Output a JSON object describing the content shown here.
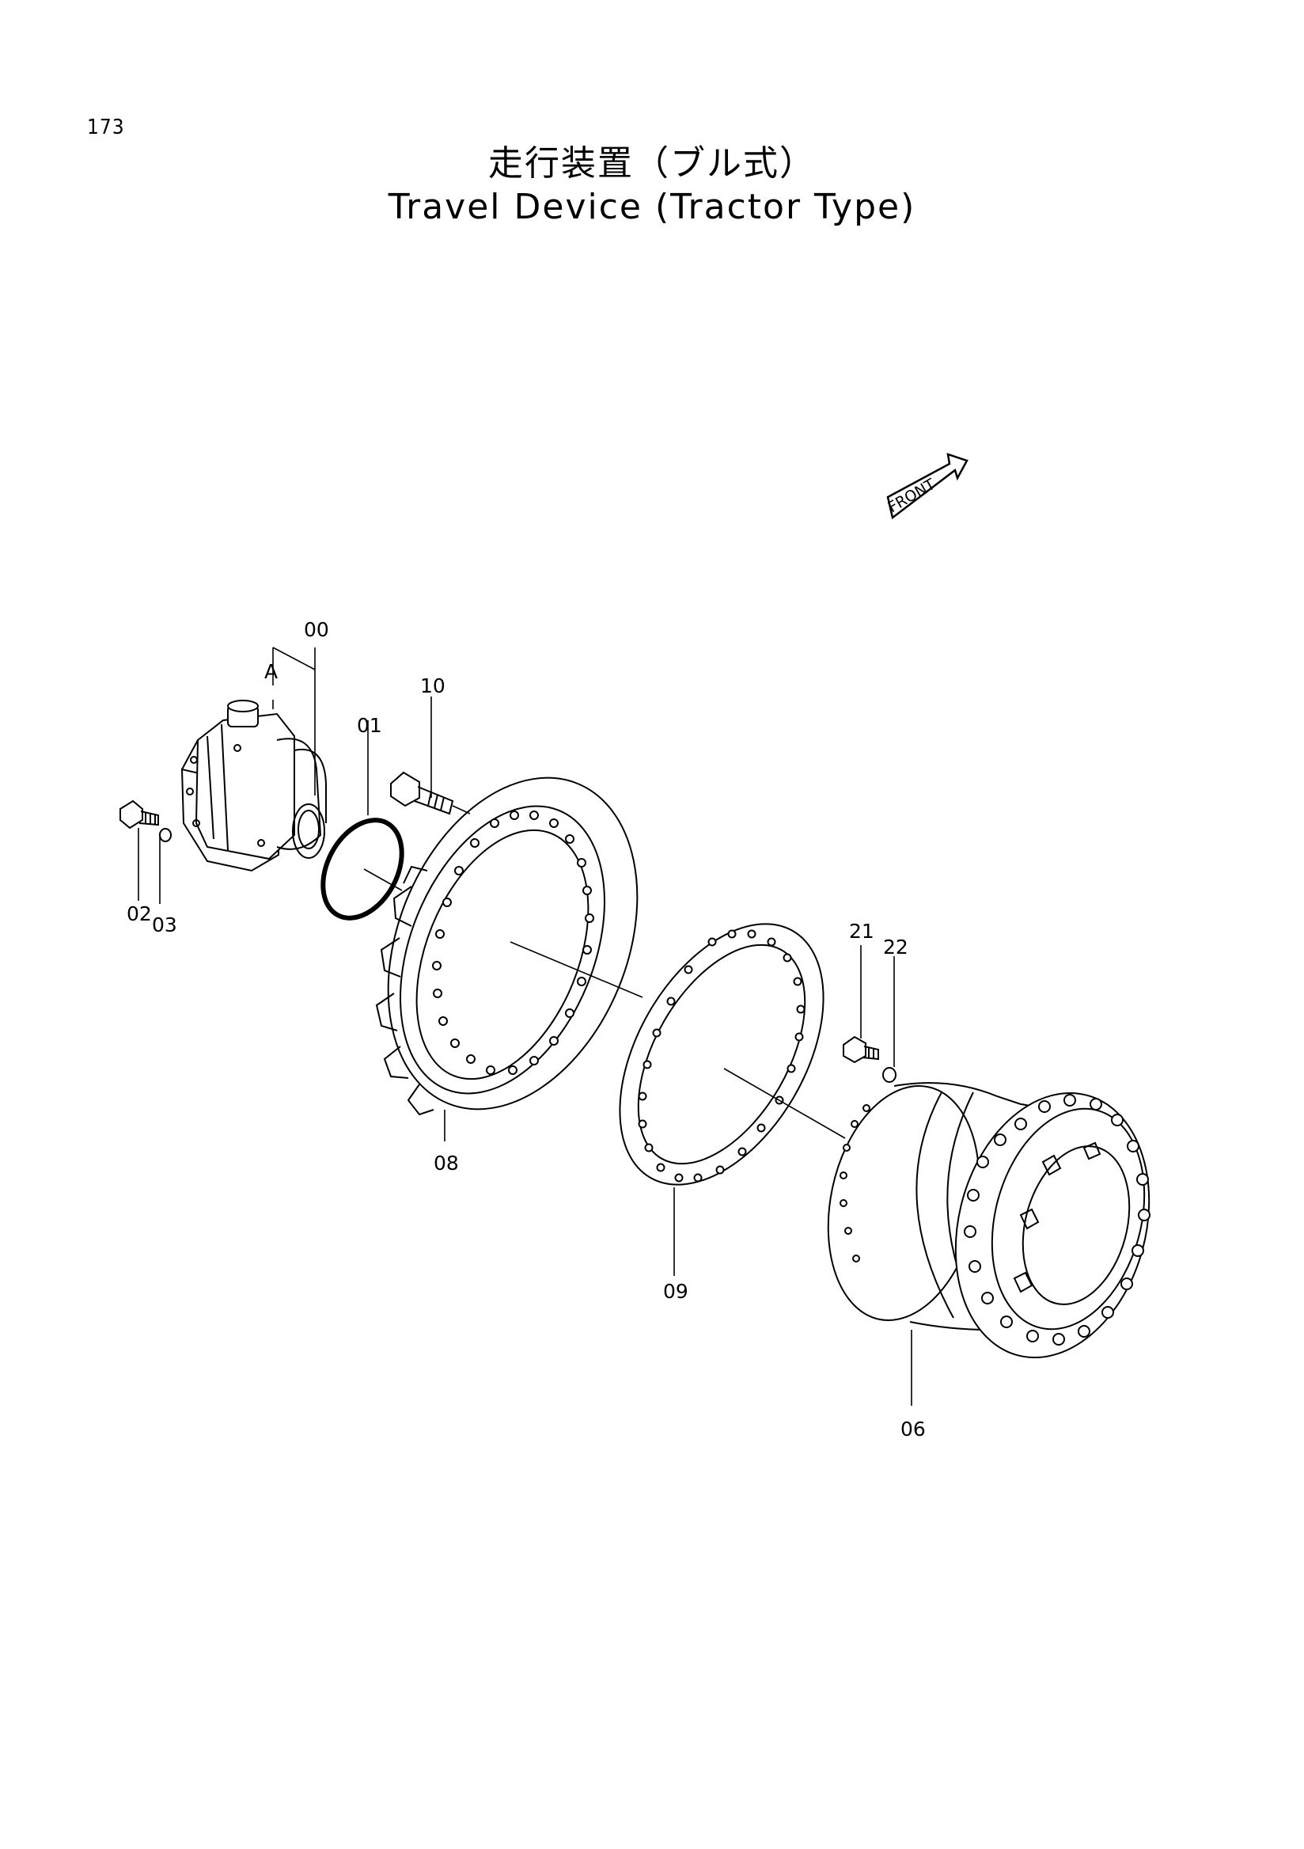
{
  "page_number": "173",
  "title_ja": "走行装置（ブル式）",
  "title_en": "Travel Device (Tractor Type)",
  "front_label": "FRONT",
  "callouts": {
    "p00": "00",
    "pA": "A",
    "p01": "01",
    "p10": "10",
    "p02": "02",
    "p03": "03",
    "p08": "08",
    "p21": "21",
    "p22": "22",
    "p09": "09",
    "p06": "06"
  }
}
